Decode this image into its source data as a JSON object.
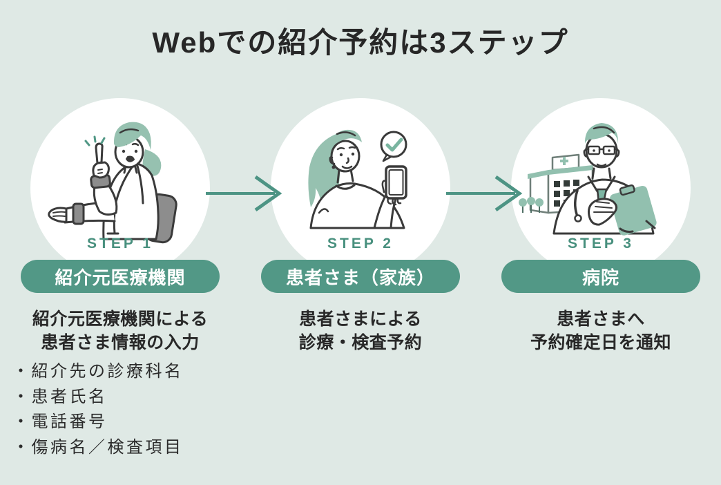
{
  "title": "Webでの紹介予約は3ステップ",
  "colors": {
    "background": "#dfe9e5",
    "accent_teal": "#529886",
    "step_label_teal": "#48907e",
    "arrow_teal": "#4d9484",
    "illustration_green": "#96c1b0",
    "text": "#282828",
    "circle_background": "#ffffff"
  },
  "steps": [
    {
      "step_label": "STEP 1",
      "pill_label": "紹介元医療機関",
      "description_lines": [
        "紹介元医療機関による",
        "患者さま情報の入力"
      ],
      "illustration": "referring-doctor-pointing",
      "bullets": [
        "・紹介先の診療科名",
        "・患者氏名",
        "・電話番号",
        "・傷病名／検査項目"
      ]
    },
    {
      "step_label": "STEP 2",
      "pill_label": "患者さま（家族）",
      "description_lines": [
        "患者さまによる",
        "診療・検査予約"
      ],
      "illustration": "patient-with-smartphone",
      "bullets": []
    },
    {
      "step_label": "STEP 3",
      "pill_label": "病院",
      "description_lines": [
        "患者さまへ",
        "予約確定日を通知"
      ],
      "illustration": "hospital-doctor-clipboard",
      "bullets": []
    }
  ]
}
